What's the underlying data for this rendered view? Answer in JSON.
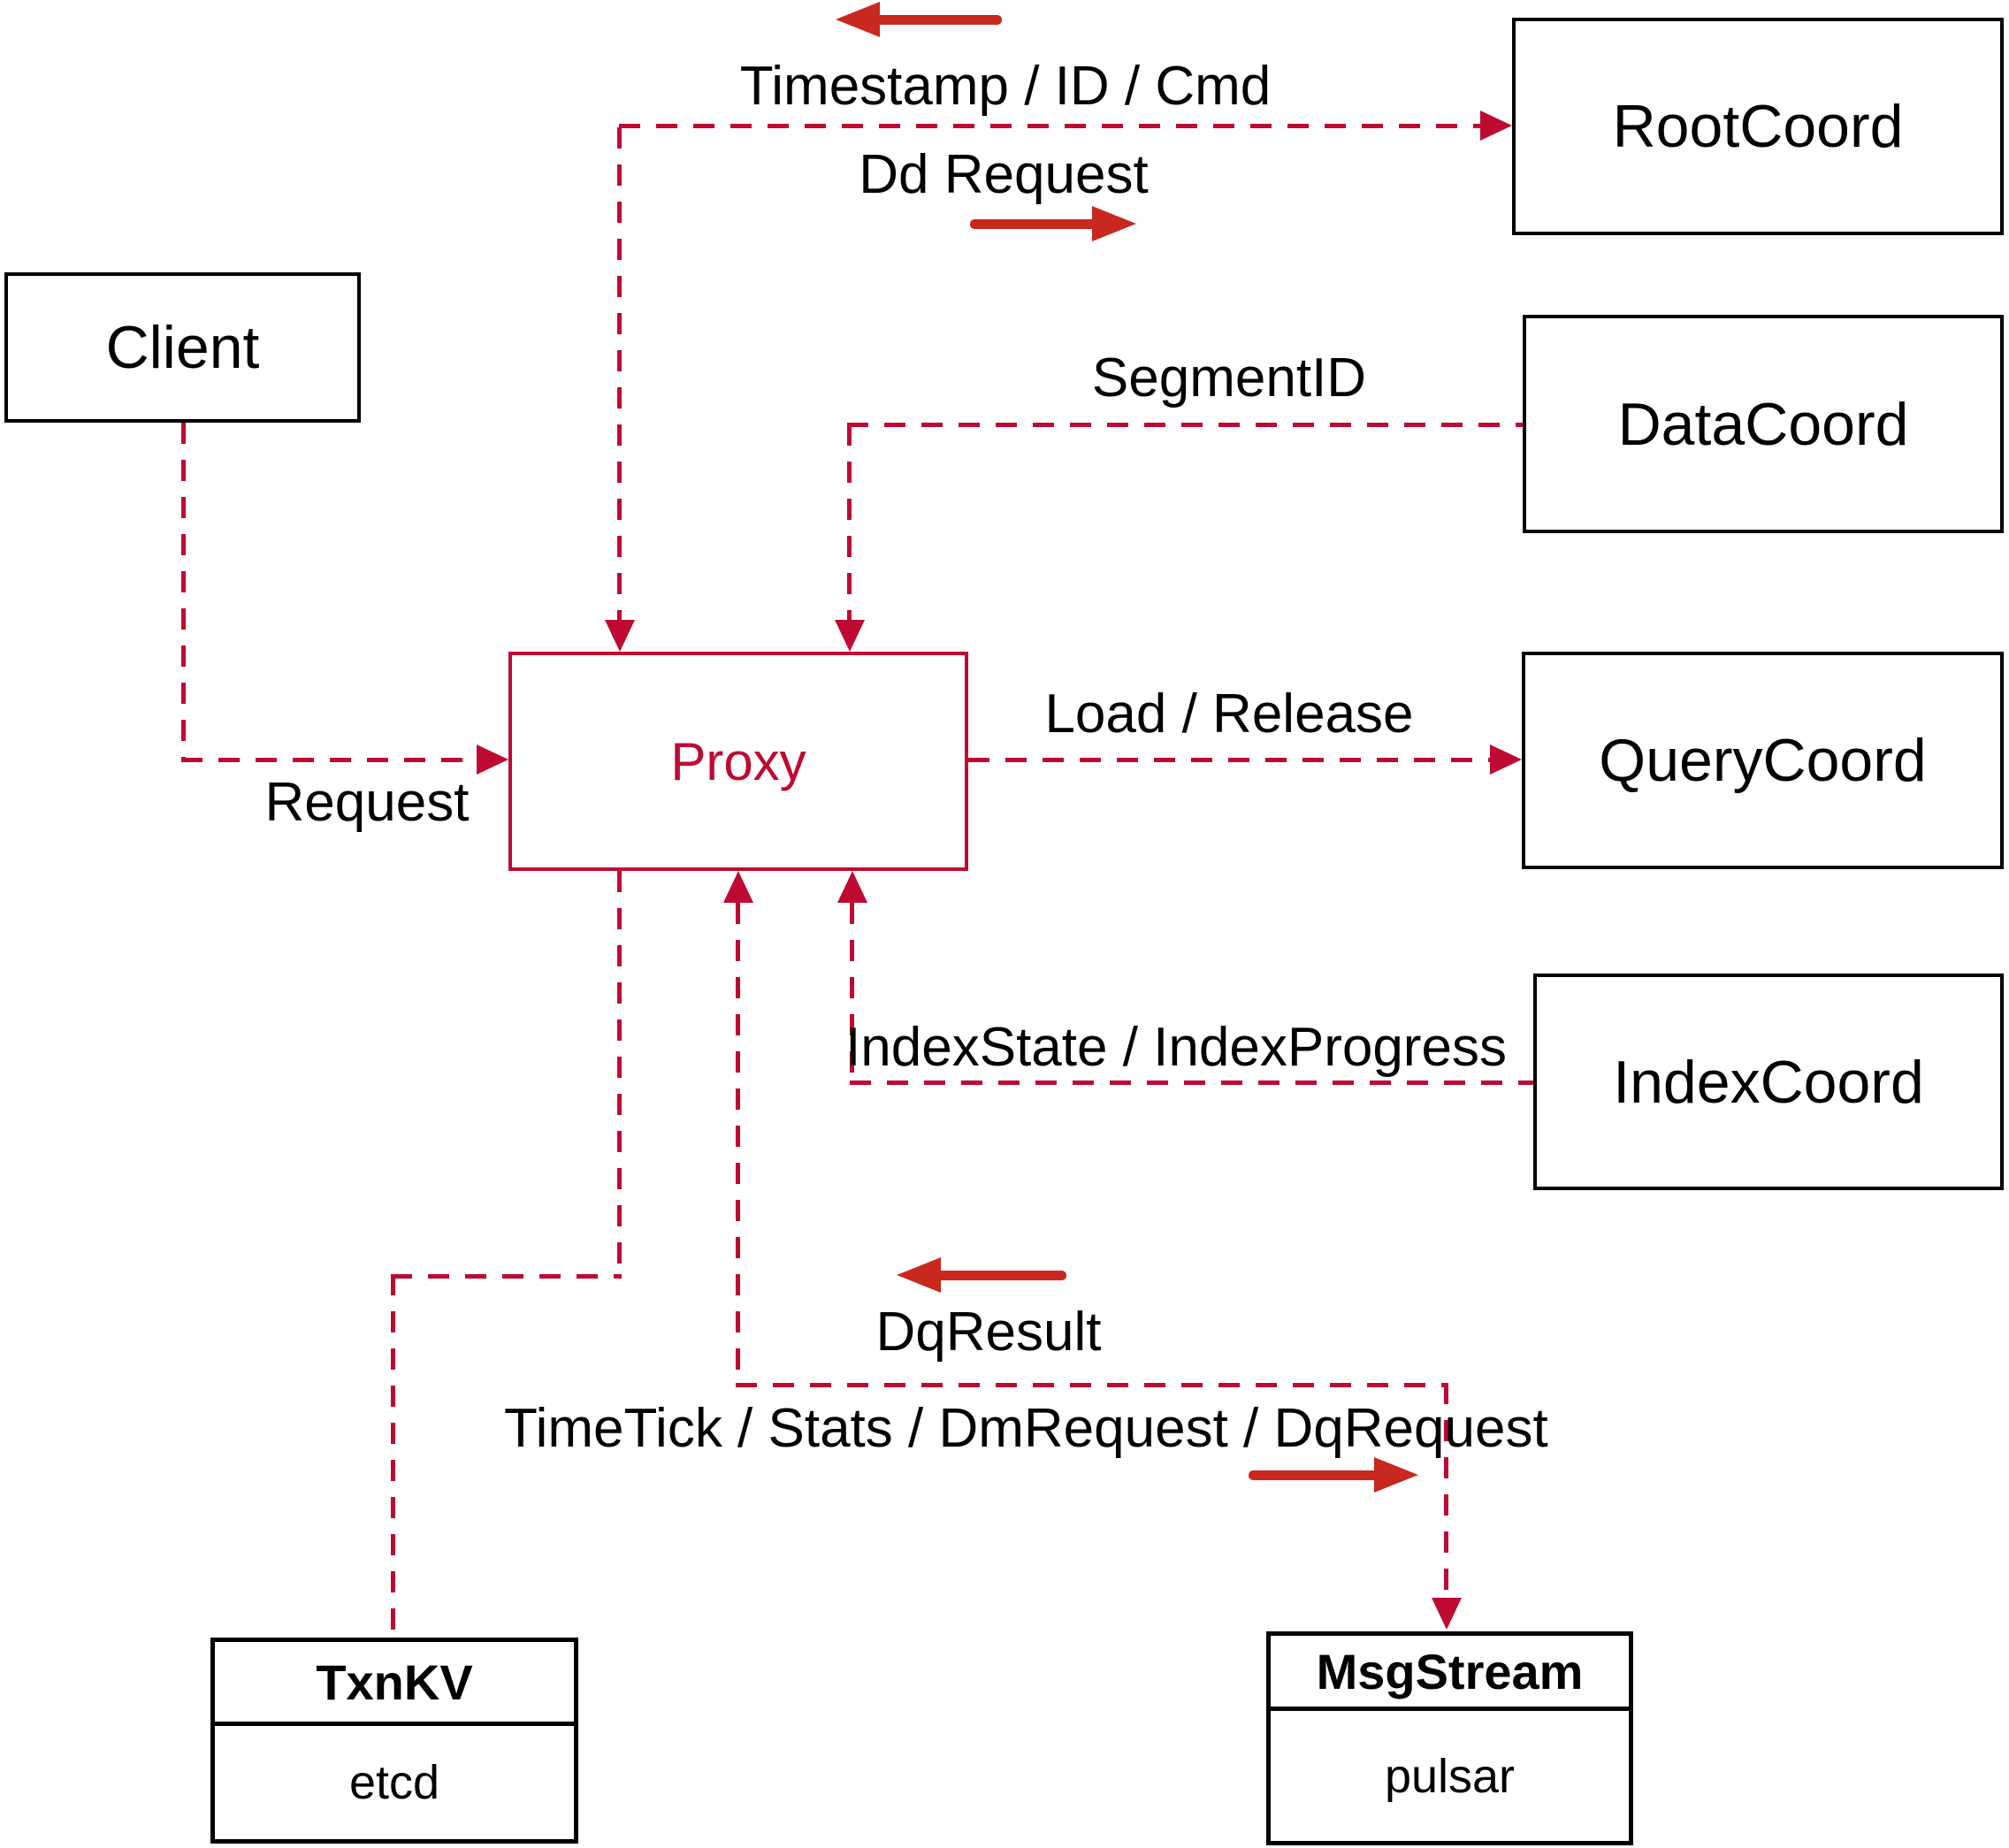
{
  "diagram": {
    "type": "architecture-flow",
    "nodes": {
      "client": {
        "label": "Client"
      },
      "proxy": {
        "label": "Proxy"
      },
      "rootcoord": {
        "label": "RootCoord"
      },
      "datacoord": {
        "label": "DataCoord"
      },
      "querycoord": {
        "label": "QueryCoord"
      },
      "indexcoord": {
        "label": "IndexCoord"
      },
      "txnkv": {
        "title": "TxnKV",
        "impl": "etcd"
      },
      "msgstream": {
        "title": "MsgStream",
        "impl": "pulsar"
      }
    },
    "edge_labels": {
      "timestamp_id_cmd": "Timestamp / ID / Cmd",
      "dd_request": "Dd Request",
      "segment_id": "SegmentID",
      "load_release": "Load / Release",
      "index_state_progress": "IndexState / IndexProgress",
      "request": "Request",
      "dq_result": "DqResult",
      "timetick_stats": "TimeTick / Stats / DmRequest / DqRequest"
    },
    "colors": {
      "dashed_line": "#BE0A32",
      "solid_arrow": "#C8281E",
      "node_border": "#000000",
      "proxy_accent": "#BE0A32",
      "text": "#000000",
      "background": "#FFFFFF"
    }
  }
}
